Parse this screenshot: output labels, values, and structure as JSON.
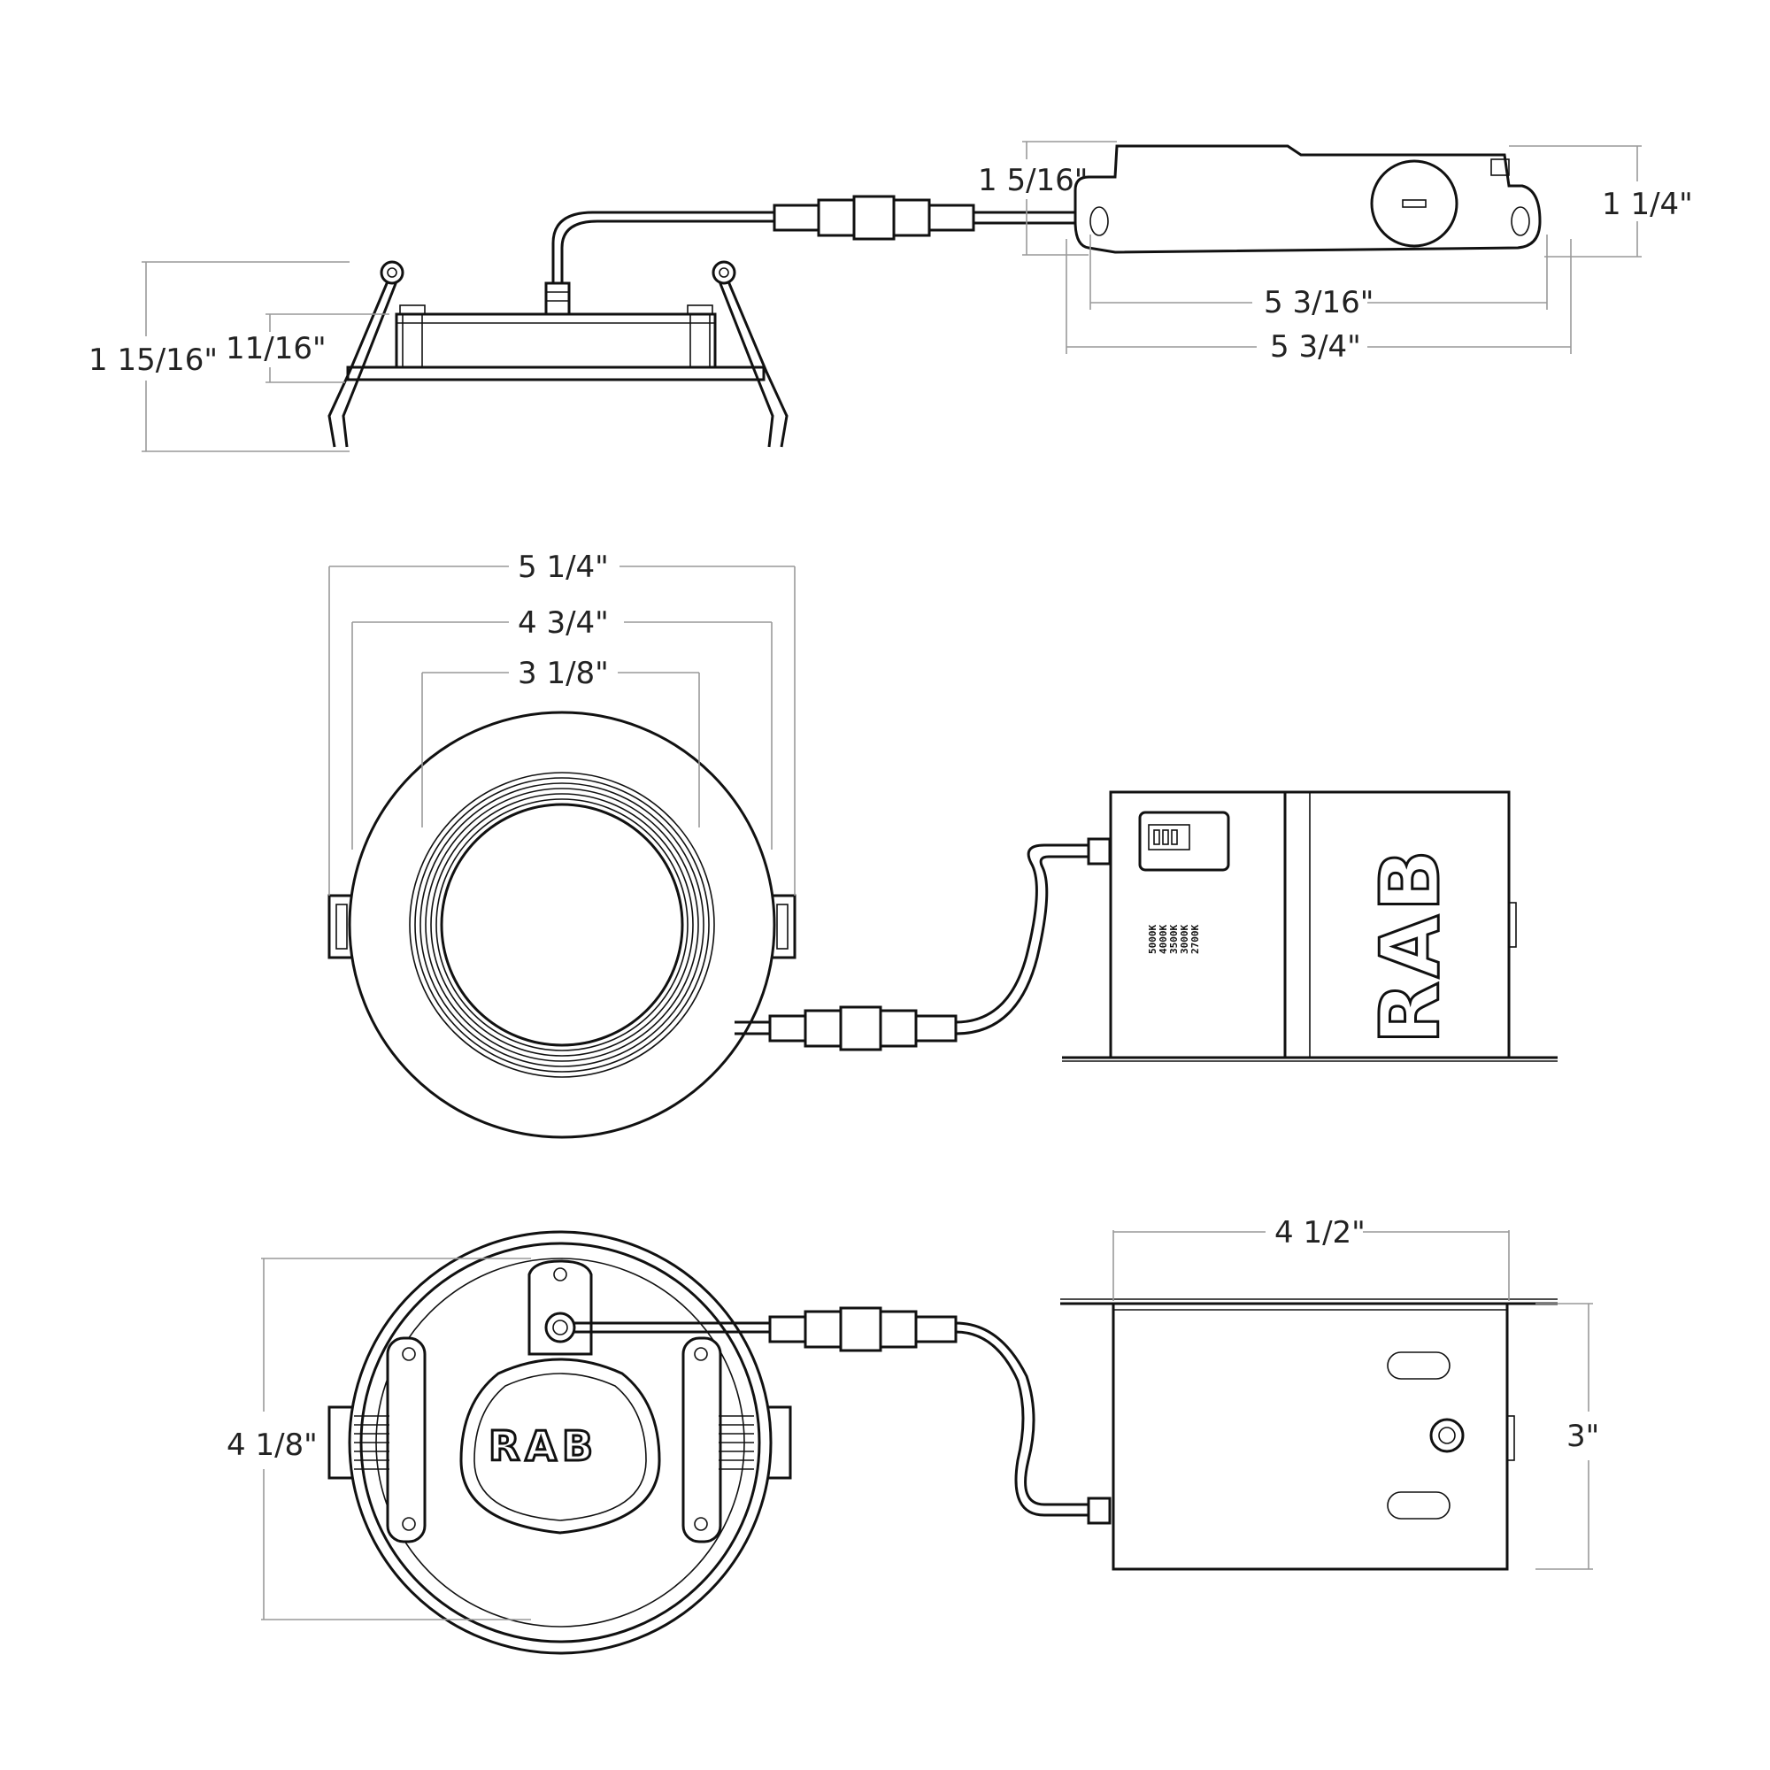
{
  "dimensions": {
    "side_height_total": "1 15/16\"",
    "side_trim_height": "11/16\"",
    "box_side_height_left": "1 5/16\"",
    "box_side_height_right": "1 1/4\"",
    "box_mount_spacing": "5 3/16\"",
    "box_length": "5 3/4\"",
    "trim_outer_diameter": "5 1/4\"",
    "clip_span": "4 3/4\"",
    "aperture": "3 1/8\"",
    "box_width": "4 1/2\"",
    "box_depth": "3\"",
    "body_diameter": "4 1/8\""
  },
  "logos": {
    "box_top": "RAB",
    "fixture_back": "RAB"
  },
  "cct_options": [
    "5000K",
    "4000K",
    "3500K",
    "3000K",
    "2700K"
  ],
  "colors": {
    "line": "#111111",
    "dimension_line": "#999999",
    "background": "#ffffff"
  }
}
